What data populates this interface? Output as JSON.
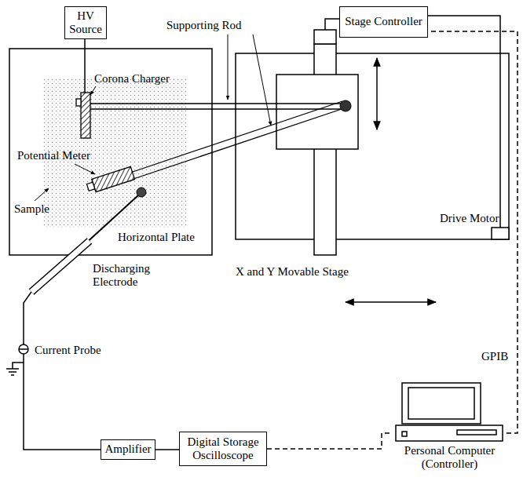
{
  "diagram": {
    "nodes": [
      {
        "text": [
          "HV Source"
        ]
      },
      {
        "text": [
          "Stage Controller"
        ]
      },
      {
        "text": [
          "Digital Storage Oscilloscope"
        ]
      },
      {
        "text": [
          "Amplifier"
        ]
      },
      {
        "text": [
          "Personal Computer (Controller)"
        ]
      }
    ],
    "edges": [
      {
        "from": 3,
        "to": 2,
        "arrow": "none"
      },
      {
        "from": 2,
        "to": 4,
        "arrow": "none"
      },
      {
        "from": 4,
        "to": 1,
        "label": "GPIB",
        "arrow": "none"
      }
    ],
    "labels": [
      "Supporting Rod",
      "Corona Charger",
      "Potential Meter",
      "Sample",
      "Horizontal Plate",
      "Drive Motor",
      "X and Y Movable Stage",
      "Discharging Electrode",
      "Current Probe"
    ]
  }
}
